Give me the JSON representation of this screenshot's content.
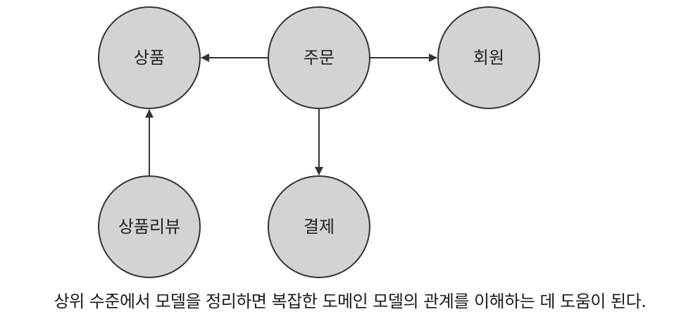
{
  "diagram": {
    "nodes": [
      {
        "id": "product",
        "label": "상품"
      },
      {
        "id": "order",
        "label": "주문"
      },
      {
        "id": "member",
        "label": "회원"
      },
      {
        "id": "review",
        "label": "상품리뷰"
      },
      {
        "id": "payment",
        "label": "결제"
      }
    ],
    "edges": [
      {
        "from": "order",
        "to": "product"
      },
      {
        "from": "order",
        "to": "member"
      },
      {
        "from": "order",
        "to": "payment"
      },
      {
        "from": "review",
        "to": "product"
      }
    ],
    "colors": {
      "node_fill": "#d3d3d3",
      "node_stroke": "#333333",
      "edge": "#333333"
    }
  },
  "caption": "상위 수준에서 모델을 정리하면 복잡한 도메인 모델의 관계를 이해하는 데 도움이 된다."
}
